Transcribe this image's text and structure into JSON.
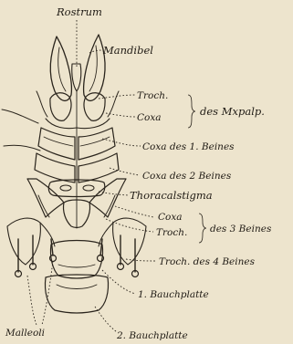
{
  "labels": {
    "rostrum": "Rostrum",
    "mandibel": "Mandibel",
    "troch_mx": "Troch.",
    "coxa_mx": "Coxa",
    "des_mxpalp": "des Mxpalp.",
    "coxa_1": "Coxa des 1. Beines",
    "coxa_2": "Coxa des 2 Beines",
    "thoracalstigma": "Thoracalstigma",
    "coxa_3": "Coxa",
    "troch_3": "Troch.",
    "des_3_beines": "des 3 Beines",
    "troch_4": "Troch. des 4 Beines",
    "bauchplatte_1": "1. Bauchplatte",
    "malleoli": "Malleoli",
    "bauchplatte_2": "2. Bauchplatte"
  }
}
